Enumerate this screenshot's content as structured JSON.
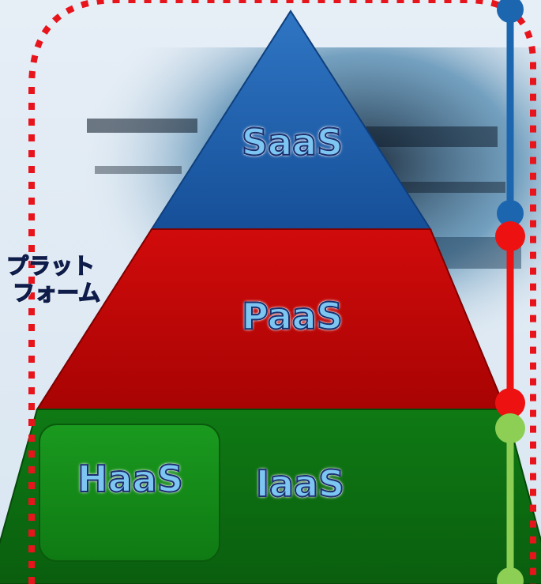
{
  "platform": {
    "line1": "プラット",
    "line2": "フォーム"
  },
  "layers": {
    "saas": {
      "label": "SaaS",
      "color": "#1f5fae"
    },
    "paas": {
      "label": "PaaS",
      "color": "#c60606"
    },
    "iaas": {
      "label": "IaaS",
      "color": "#0e7312"
    },
    "haas": {
      "label": "HaaS",
      "color": "#138a17"
    }
  },
  "colors": {
    "platform_boundary": "#e8141c",
    "saas_range": "#1c66b0",
    "paas_range": "#ee1111",
    "iaas_range": "#8ccf54"
  }
}
